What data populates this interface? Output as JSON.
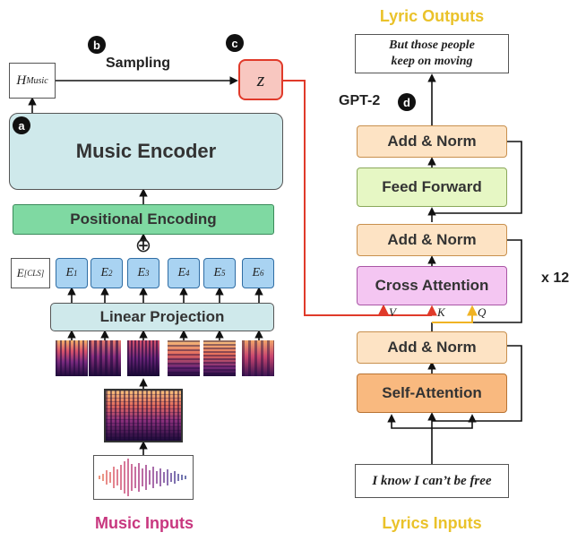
{
  "left": {
    "h_music": "H",
    "h_music_sub": "Music",
    "sampling": "Sampling",
    "badge_b": "b",
    "badge_c": "c",
    "badge_a": "a",
    "z": "z",
    "music_encoder": "Music Encoder",
    "positional_encoding": "Positional Encoding",
    "plus": "⊕",
    "e_cls": "E",
    "e_cls_sub": "[CLS]",
    "embeddings": [
      {
        "e": "E",
        "sub": "1"
      },
      {
        "e": "E",
        "sub": "2"
      },
      {
        "e": "E",
        "sub": "3"
      },
      {
        "e": "E",
        "sub": "4"
      },
      {
        "e": "E",
        "sub": "5"
      },
      {
        "e": "E",
        "sub": "6"
      }
    ],
    "linear_projection": "Linear Projection",
    "music_inputs": "Music Inputs"
  },
  "right": {
    "lyric_outputs": "Lyric Outputs",
    "output_text_line1": "But those people",
    "output_text_line2": "keep on moving",
    "gpt2": "GPT-2",
    "badge_d": "d",
    "add_norm_top": "Add & Norm",
    "feed_forward": "Feed Forward",
    "add_norm_mid": "Add & Norm",
    "cross_attention": "Cross Attention",
    "v": "V",
    "k": "K",
    "q": "Q",
    "add_norm_bottom": "Add & Norm",
    "self_attention": "Self-Attention",
    "times": "x 12",
    "input_text": "I know I can’t be free",
    "lyrics_inputs": "Lyrics Inputs"
  },
  "colors": {
    "teal": "#cfe9eb",
    "green": "#7fd9a2",
    "blue": "#a9d3f2",
    "orange": "#fde3c4",
    "light_green": "#e6f7c4",
    "pink": "#f4c6f2",
    "self_attn": "#f9b97f",
    "z_red": "#f8c7c0",
    "red_line": "#e03a2a",
    "yellow_line": "#f0b324",
    "music_title": "#c8377f",
    "lyric_title": "#eac22a"
  }
}
